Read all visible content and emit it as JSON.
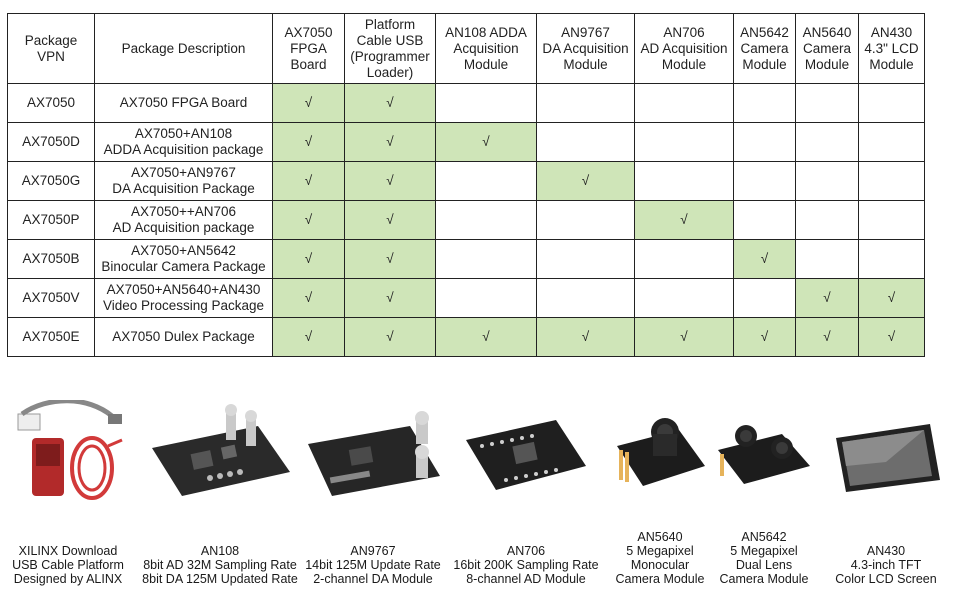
{
  "check_mark": "√",
  "table": {
    "headers": [
      "Package VPN",
      "Package Description",
      "AX7050 FPGA Board",
      "Platform Cable USB (Programmer Loader)",
      "AN108 ADDA Acquisition Module",
      "AN9767 DA Acquisition Module",
      "AN706 AD Acquisition Module",
      "AN5642 Camera Module",
      "AN5640 Camera Module",
      "AN430 4.3\" LCD Module"
    ],
    "header_lines": [
      [
        "Package VPN"
      ],
      [
        "Package Description"
      ],
      [
        "AX7050",
        "FPGA",
        "Board"
      ],
      [
        "Platform",
        "Cable USB",
        "(Programmer",
        "Loader)"
      ],
      [
        "AN108 ADDA",
        "Acquisition",
        "Module"
      ],
      [
        "AN9767",
        "DA Acquisition",
        "Module"
      ],
      [
        "AN706",
        "AD Acquisition",
        "Module"
      ],
      [
        "AN5642",
        "Camera",
        "Module"
      ],
      [
        "AN5640",
        "Camera",
        "Module"
      ],
      [
        "AN430",
        "4.3\" LCD",
        "Module"
      ]
    ],
    "rows": [
      {
        "vpn": "AX7050",
        "desc": [
          "AX7050 FPGA Board"
        ],
        "checks": [
          1,
          1,
          0,
          0,
          0,
          0,
          0,
          0
        ]
      },
      {
        "vpn": "AX7050D",
        "desc": [
          "AX7050+AN108",
          "ADDA Acquisition package"
        ],
        "checks": [
          1,
          1,
          1,
          0,
          0,
          0,
          0,
          0
        ]
      },
      {
        "vpn": "AX7050G",
        "desc": [
          "AX7050+AN9767",
          "DA Acquisition Package"
        ],
        "checks": [
          1,
          1,
          0,
          1,
          0,
          0,
          0,
          0
        ]
      },
      {
        "vpn": "AX7050P",
        "desc": [
          "AX7050++AN706",
          "AD Acquisition package"
        ],
        "checks": [
          1,
          1,
          0,
          0,
          1,
          0,
          0,
          0
        ]
      },
      {
        "vpn": "AX7050B",
        "desc": [
          "AX7050+AN5642",
          "Binocular Camera Package"
        ],
        "checks": [
          1,
          1,
          0,
          0,
          0,
          1,
          0,
          0
        ]
      },
      {
        "vpn": "AX7050V",
        "desc": [
          "AX7050+AN5640+AN430",
          "Video Processing Package"
        ],
        "checks": [
          1,
          1,
          0,
          0,
          0,
          0,
          1,
          1
        ]
      },
      {
        "vpn": "AX7050E",
        "desc": [
          "AX7050 Dulex Package"
        ],
        "checks": [
          1,
          1,
          1,
          1,
          1,
          1,
          1,
          1
        ]
      }
    ],
    "check_color": "#cfe5b8"
  },
  "products": [
    {
      "id": "usb-cable",
      "caption": [
        "XILINX  Download",
        "USB Cable Platform",
        "Designed by ALINX"
      ]
    },
    {
      "id": "an108",
      "caption": [
        "AN108",
        "8bit AD 32M Sampling Rate",
        "8bit DA 125M Updated Rate"
      ]
    },
    {
      "id": "an9767",
      "caption": [
        "AN9767",
        "14bit 125M Update Rate",
        "2-channel DA Module"
      ]
    },
    {
      "id": "an706",
      "caption": [
        "AN706",
        "16bit 200K Sampling Rate",
        "8-channel AD Module"
      ]
    },
    {
      "id": "an5640",
      "caption": [
        "AN5640",
        "5 Megapixel",
        "Monocular",
        "Camera Module"
      ]
    },
    {
      "id": "an5642",
      "caption": [
        "AN5642",
        "5 Megapixel",
        "Dual Lens",
        "Camera Module"
      ]
    },
    {
      "id": "an430",
      "caption": [
        "AN430",
        "4.3-inch TFT",
        "Color LCD Screen"
      ]
    }
  ]
}
